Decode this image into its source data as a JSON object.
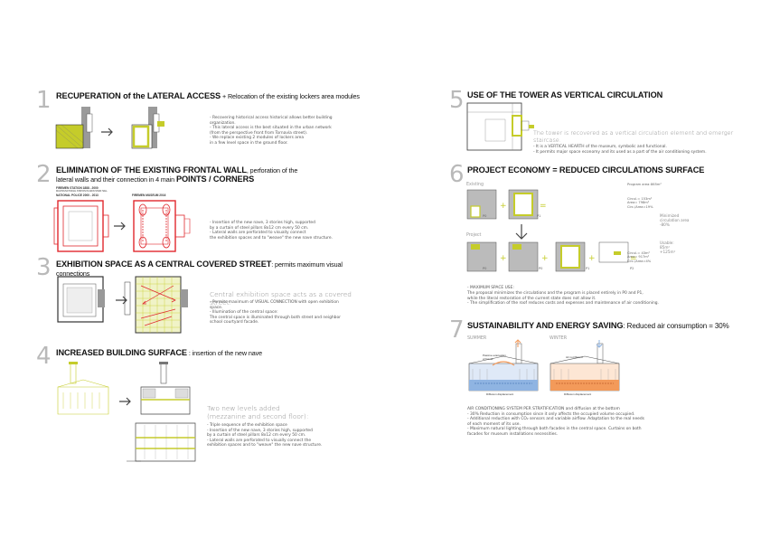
{
  "sections": {
    "s1": {
      "number": "1",
      "title_bold": "RECUPERATION of the LATERAL  ACCESS",
      "title_rest": " + Relocation of the existing lockers area modules",
      "text": "- Recovering historical access historical allows better building\norganization.\n- This lateral access is the best situated in the urban network\n(from the perspective front from Tornavía street).\n- We replace existing 2 modules of lockers area\nin a few level space in the ground floor."
    },
    "s2": {
      "number": "2",
      "title_line1_bold": "ELIMINATION OF THE EXISTING FRONTAL WALL",
      "title_line1_rest": ", perforation of the",
      "title_line2": "lateral walls and their connection in 4 main ",
      "title_line2_bold": "POINTS / CORNERS",
      "label_a": "FIREMEN STATION   1888 - 2000",
      "label_a2": "NATIONAL POLICE   2000 - 2013",
      "label_a_sub": "MULTIFUNCTIONAL STATION IN MAIN STAIR HALL",
      "label_b": "FIREMEN MUSEUM          2016",
      "text": "- Insertion of the new nave, 3 stories high, supported\nby a curtain of steel pillars 8x12 cm every 50 cm.\n- Lateral walls are perforated to visually connect\nthe exhibition spaces and to \"weave\" the new nave structure."
    },
    "s3": {
      "number": "3",
      "title_bold": "EXHIBITION SPACE AS A CENTRAL COVERED STREET",
      "title_rest": ": permits maximum visual connections",
      "lead": "Central exhibition space acts as a covered street:",
      "text": "- Permits maximum of VISUAL CONNECTION with open exhibition\nspace.\n- Illumination of the central space:\nThe central space is illuminated through both street and neighbor\nschool courtyard facade."
    },
    "s4": {
      "number": "4",
      "title_bold": "INCREASED BUILDING SURFACE",
      "title_rest": " : insertion of the new nave",
      "lead": "Two new levels added\n(mezzanine and second floor):",
      "text": "- Triple sequence of the exhibition space\n- Insertion of the new nave, 3 stories high, supported\nby a curtain of steel pillars 8x12 cm every 50 cm.\n- Lateral walls are perforated to visually connect the\nexhibition spaces and to \"weave\" the new nave structure."
    },
    "s5": {
      "number": "5",
      "title": "USE OF THE TOWER AS VERTICAL CIRCULATION",
      "lead": "The tower is recovered as a vertical circulation element and emerger\nstaircase.",
      "text": "- It is a VERTICAL HEARTH of the museum, symbolic and functional.\n- It permits major space economy and its used as a part of the air conditioning system."
    },
    "s6": {
      "number": "6",
      "title_bold": "PROJECT ECONOMY",
      "title_rest": "  =  REDUCED CIRCULATIONS SURFACE",
      "label_existing": "Existing",
      "label_project": "Project",
      "label_program": "Program area:",
      "program_value": "865m²",
      "circ_existing": "Circul.=  153m²\nArea=    798m²\nCirc./Area=19%",
      "minimized": "Minimized\ncirculation area\n-80%",
      "circ_project": "Circul.=  43m²\nArea=    917m²\nCirc./Area=4%",
      "usable": "Usable:\n85m²\n+125m²",
      "p0": "P0",
      "p1": "P1",
      "p2": "P2",
      "text_head": "- MAXIMUM SPACE USE:",
      "text": "The proposal minimizes the circulations and the program is placed entirely in P0 and P1,\nwhile the literal restoration of the current state does not allow it.\n- The simplification of the roof reduces costs and expenses and maintenance of air conditioning."
    },
    "s7": {
      "number": "7",
      "title_bold": "SUSTAINABILITY AND ENERGY SAVING",
      "title_rest": ": Reduced air consumption = 30%",
      "label_summer": "SUMMER",
      "label_winter": "WINTER",
      "cap_summer_top": "Passive evacuation\nof hot air",
      "cap_winter_top": "Air not filtered",
      "cap_summer_bottom": "Diffusion displacement",
      "cap_winter_bottom": "Diffusion displacement",
      "text": "AIR CONDITIONING SYSTEM PER STRATIFICATION and diffusion at the bottom\n- 30% Reduction in consumption since it only affects the occupied volume occupied.\n- Additional reduction with CO₂ sensors and variable airflow. Adaptation to the real needs\nof each moment of its use.\n- Maximum natural lighting through both facades in the central space. Curtains on both\nfacades for museum installations necessities."
    }
  },
  "colors": {
    "accent_green": "#c5cc2a",
    "wall_gray": "#9a9a9a",
    "plan_red": "#e0282d",
    "air_blue": "#8fb4e2",
    "air_orange": "#f39a5a"
  }
}
